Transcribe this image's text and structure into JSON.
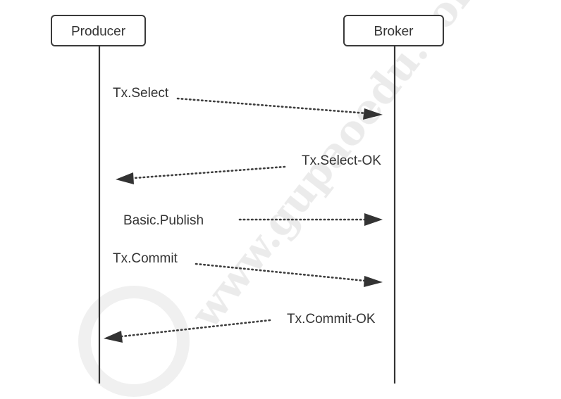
{
  "participants": {
    "producer": "Producer",
    "broker": "Broker"
  },
  "messages": [
    {
      "label": "Tx.Select",
      "from": "producer",
      "to": "broker"
    },
    {
      "label": "Tx.Select-OK",
      "from": "broker",
      "to": "producer"
    },
    {
      "label": "Basic.Publish",
      "from": "producer",
      "to": "broker"
    },
    {
      "label": "Tx.Commit",
      "from": "producer",
      "to": "broker"
    },
    {
      "label": "Tx.Commit-OK",
      "from": "broker",
      "to": "producer"
    }
  ],
  "watermark": {
    "text": "www.gupaoedu.com"
  },
  "colors": {
    "line": "#333333",
    "watermark": "#e9e9e9"
  }
}
